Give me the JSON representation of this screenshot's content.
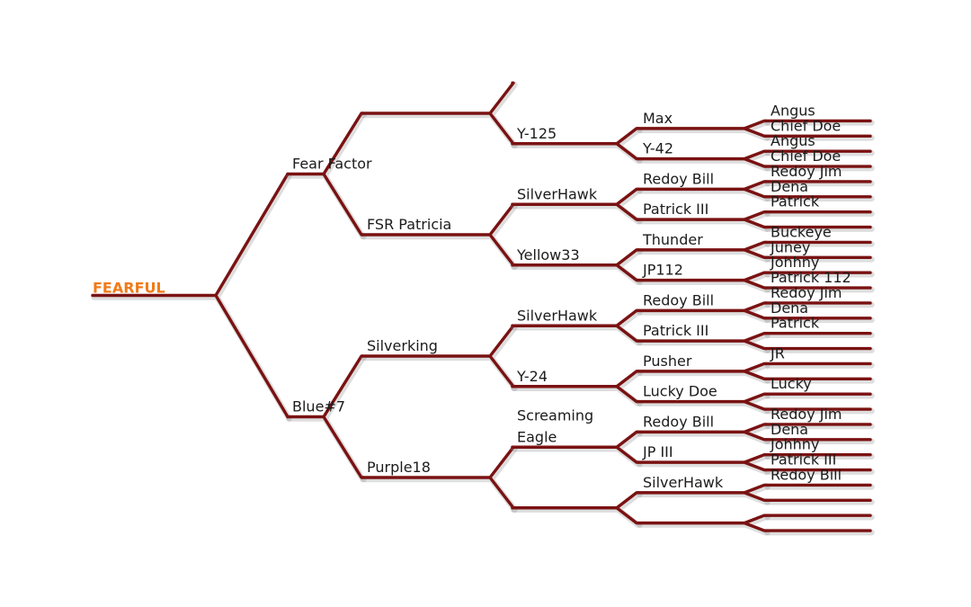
{
  "colors": {
    "line": "#7a1212",
    "text": "#1c1c1c",
    "root_text": "#f07a18"
  },
  "pedigree": {
    "name": "FEARFUL",
    "sire": {
      "name": "Fear Factor",
      "sire": {
        "name": "",
        "sire": {
          "name": ""
        },
        "dam": {
          "name": "Y-125",
          "sire": {
            "name": "Max",
            "sire": {
              "name": "Angus"
            },
            "dam": {
              "name": "Chief Doe"
            }
          },
          "dam": {
            "name": "Y-42",
            "sire": {
              "name": "Angus"
            },
            "dam": {
              "name": "Chief Doe"
            }
          }
        }
      },
      "dam": {
        "name": "FSR Patricia",
        "sire": {
          "name": "SilverHawk",
          "sire": {
            "name": "Redoy Bill",
            "sire": {
              "name": "Redoy Jim"
            },
            "dam": {
              "name": "Dena"
            }
          },
          "dam": {
            "name": "Patrick III",
            "sire": {
              "name": "Patrick"
            },
            "dam": {
              "name": ""
            }
          }
        },
        "dam": {
          "name": "Yellow33",
          "sire": {
            "name": "Thunder",
            "sire": {
              "name": "Buckeye"
            },
            "dam": {
              "name": "Juney"
            }
          },
          "dam": {
            "name": "JP112",
            "sire": {
              "name": "Johhny"
            },
            "dam": {
              "name": "Patrick 112"
            }
          }
        }
      }
    },
    "dam": {
      "name": "Blue#7",
      "sire": {
        "name": "Silverking",
        "sire": {
          "name": "SilverHawk",
          "sire": {
            "name": "Redoy Bill",
            "sire": {
              "name": "Redoy Jim"
            },
            "dam": {
              "name": "Dena"
            }
          },
          "dam": {
            "name": "Patrick III",
            "sire": {
              "name": "Patrick"
            },
            "dam": {
              "name": ""
            }
          }
        },
        "dam": {
          "name": "Y-24",
          "sire": {
            "name": "Pusher",
            "sire": {
              "name": "JR"
            },
            "dam": {
              "name": ""
            }
          },
          "dam": {
            "name": "Lucky Doe",
            "sire": {
              "name": "Lucky"
            },
            "dam": {
              "name": ""
            }
          }
        }
      },
      "dam": {
        "name": "Purple18",
        "sire": {
          "name": "Screaming Eagle",
          "sire": {
            "name": "Redoy Bill",
            "sire": {
              "name": "Redoy Jim"
            },
            "dam": {
              "name": "Dena"
            }
          },
          "dam": {
            "name": "JP III",
            "sire": {
              "name": "Johhny"
            },
            "dam": {
              "name": "Patrick III"
            }
          }
        },
        "dam": {
          "name": "",
          "sire": {
            "name": "SilverHawk",
            "sire": {
              "name": "Redoy Bill"
            },
            "dam": {
              "name": ""
            }
          },
          "dam": {
            "name": "",
            "sire": {
              "name": ""
            },
            "dam": {
              "name": ""
            }
          }
        }
      }
    }
  }
}
